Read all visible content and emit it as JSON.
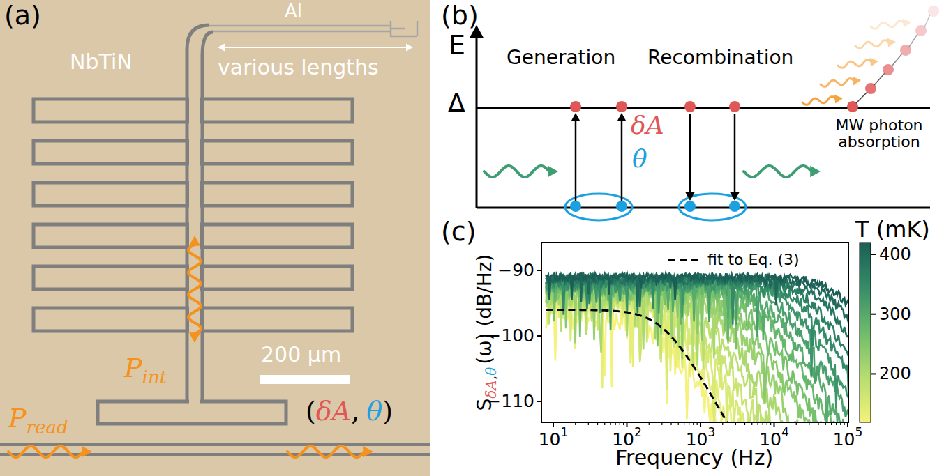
{
  "diagram": {
    "labels": [
      "(a)",
      "Al",
      "various lengths",
      "NbTiN",
      "200 µm",
      "P",
      "int",
      "P",
      "read",
      "(",
      "δA",
      ",",
      "θ",
      ")",
      "(b)",
      "E",
      "Δ",
      "Generation",
      "Recombination",
      "δA",
      "θ",
      "MW photon absorption",
      "(c)",
      "T (mK)",
      "400",
      "300",
      "200",
      "−90",
      "−100",
      "−110",
      "10",
      "1",
      "10",
      "2",
      "10",
      "3",
      "10",
      "4",
      "10",
      "5",
      "Frequency (Hz)",
      "S",
      "δA",
      ",",
      "θ",
      "(ω) (dB/Hz)"
    ],
    "legend": [
      {
        "text": "fit to Eq. (3)"
      }
    ]
  }
}
